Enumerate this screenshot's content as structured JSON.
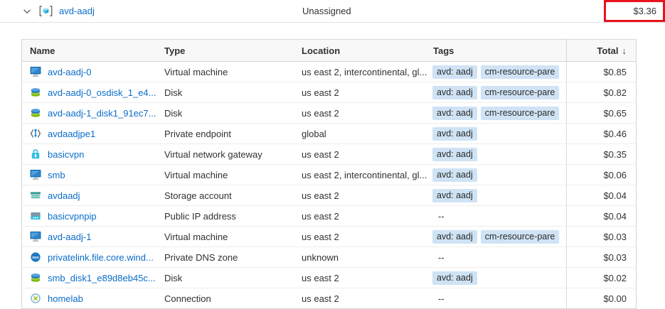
{
  "group_row": {
    "name": "avd-aadj",
    "assignment": "Unassigned",
    "total": "$3.36",
    "expander_icon": "chevron-down-icon",
    "group_icon": "resource-group-icon"
  },
  "table": {
    "columns": [
      "Name",
      "Type",
      "Location",
      "Tags",
      "Total"
    ],
    "sort_column": "Total",
    "sort_direction": "descending",
    "sort_indicator": "↓",
    "empty_tags_label": "--",
    "rows": [
      {
        "icon": "virtual-machine-icon",
        "name": "avd-aadj-0",
        "type": "Virtual machine",
        "location": "us east 2, intercontinental, gl...",
        "tags": [
          "avd: aadj",
          "cm-resource-pare"
        ],
        "total": "$0.85"
      },
      {
        "icon": "disk-icon",
        "name": "avd-aadj-0_osdisk_1_e4...",
        "type": "Disk",
        "location": "us east 2",
        "tags": [
          "avd: aadj",
          "cm-resource-pare"
        ],
        "total": "$0.82"
      },
      {
        "icon": "disk-icon",
        "name": "avd-aadj-1_disk1_91ec7...",
        "type": "Disk",
        "location": "us east 2",
        "tags": [
          "avd: aadj",
          "cm-resource-pare"
        ],
        "total": "$0.65"
      },
      {
        "icon": "private-endpoint-icon",
        "name": "avdaadjpe1",
        "type": "Private endpoint",
        "location": "global",
        "tags": [
          "avd: aadj"
        ],
        "total": "$0.46"
      },
      {
        "icon": "virtual-network-gateway-icon",
        "name": "basicvpn",
        "type": "Virtual network gateway",
        "location": "us east 2",
        "tags": [
          "avd: aadj"
        ],
        "total": "$0.35"
      },
      {
        "icon": "virtual-machine-icon",
        "name": "smb",
        "type": "Virtual machine",
        "location": "us east 2, intercontinental, gl...",
        "tags": [
          "avd: aadj"
        ],
        "total": "$0.06"
      },
      {
        "icon": "storage-account-icon",
        "name": "avdaadj",
        "type": "Storage account",
        "location": "us east 2",
        "tags": [
          "avd: aadj"
        ],
        "total": "$0.04"
      },
      {
        "icon": "public-ip-icon",
        "name": "basicvpnpip",
        "type": "Public IP address",
        "location": "us east 2",
        "tags": [],
        "total": "$0.04"
      },
      {
        "icon": "virtual-machine-icon",
        "name": "avd-aadj-1",
        "type": "Virtual machine",
        "location": "us east 2",
        "tags": [
          "avd: aadj",
          "cm-resource-pare"
        ],
        "total": "$0.03"
      },
      {
        "icon": "private-dns-zone-icon",
        "name": "privatelink.file.core.wind...",
        "type": "Private DNS zone",
        "location": "unknown",
        "tags": [],
        "total": "$0.03"
      },
      {
        "icon": "disk-icon",
        "name": "smb_disk1_e89d8eb45c...",
        "type": "Disk",
        "location": "us east 2",
        "tags": [
          "avd: aadj"
        ],
        "total": "$0.02"
      },
      {
        "icon": "connection-icon",
        "name": "homelab",
        "type": "Connection",
        "location": "us east 2",
        "tags": [],
        "total": "$0.00"
      }
    ]
  },
  "colors": {
    "link": "#0b6dc9",
    "tag_chip_background": "#cfe3f5",
    "highlight_border": "#e8131c",
    "header_background": "#f8f8f8",
    "table_border": "#d6d6d6"
  }
}
